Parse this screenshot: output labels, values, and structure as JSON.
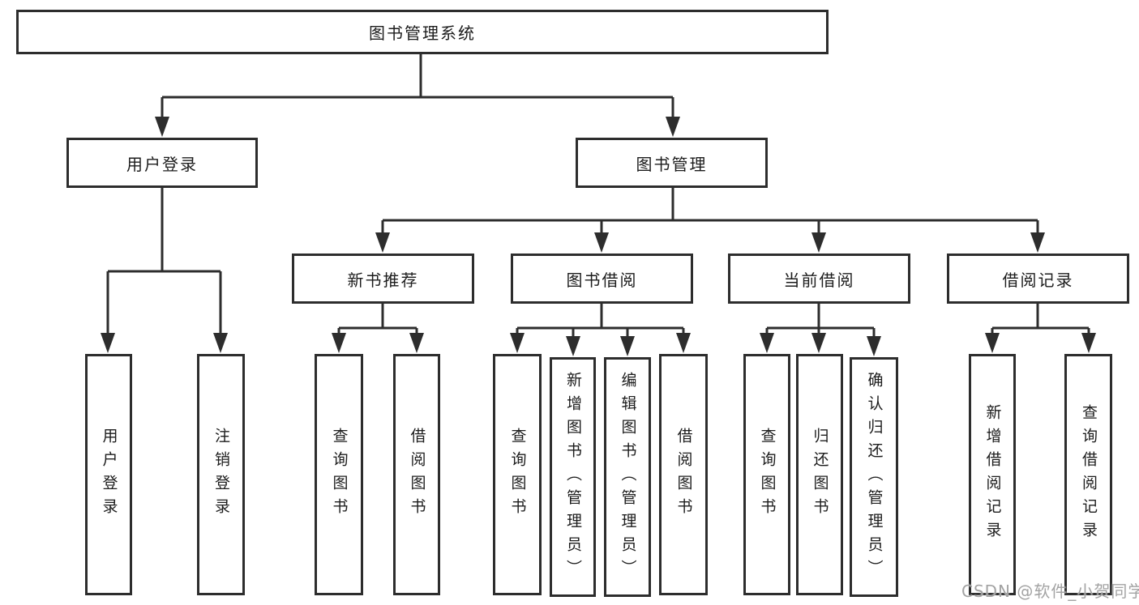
{
  "tree": {
    "root": "图书管理系统",
    "level2": [
      "用户登录",
      "图书管理"
    ],
    "level3": [
      "新书推荐",
      "图书借阅",
      "当前借阅",
      "借阅记录"
    ],
    "leaves": {
      "user_login": [
        "用户登录",
        "注销登录"
      ],
      "new_books": [
        "查询图书",
        "借阅图书"
      ],
      "book_borrow": [
        "查询图书",
        "新增图书（管理员）",
        "编辑图书（管理员）",
        "借阅图书"
      ],
      "current_borrow": [
        "查询图书",
        "归还图书",
        "确认归还（管理员）"
      ],
      "records": [
        "新增借阅记录",
        "查询借阅记录"
      ]
    }
  },
  "watermark": {
    "text": "CSDN @软件_小贺同学"
  },
  "colors": {
    "line": "#2d2d2d",
    "text": "#1c1c1c",
    "watermark": "#a3a3a3",
    "bg": "#ffffff"
  }
}
